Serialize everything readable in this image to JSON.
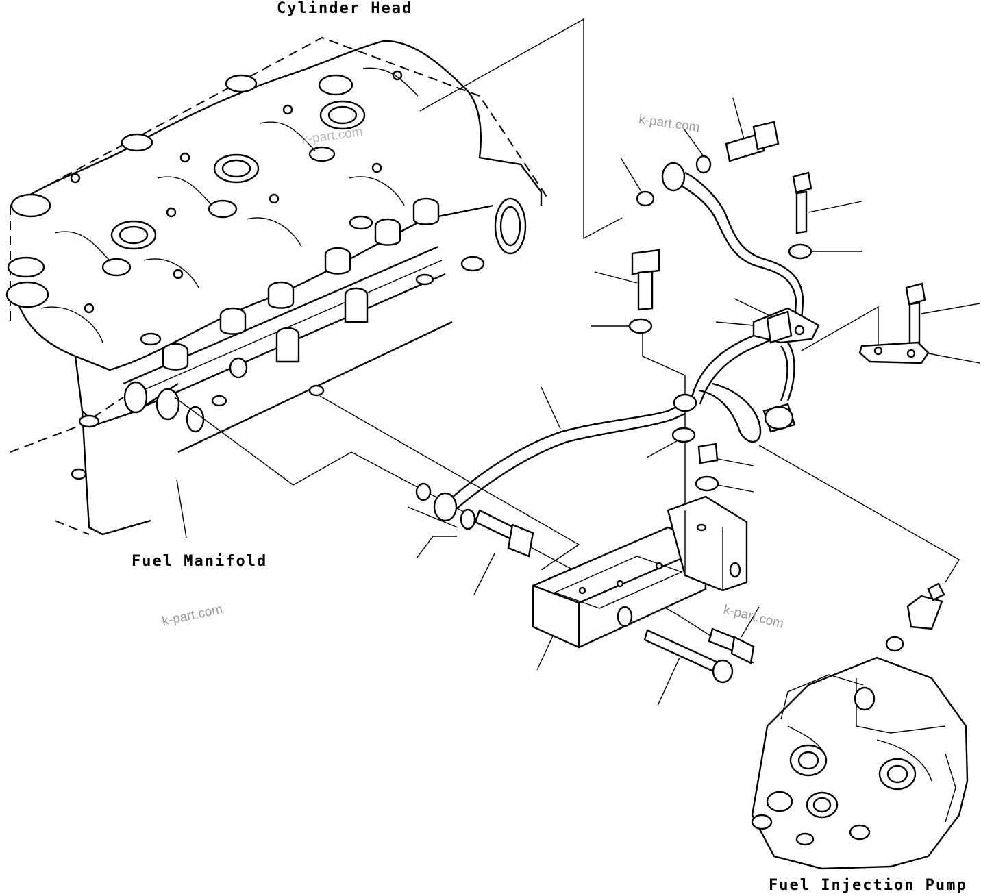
{
  "labels": {
    "cylinder_head": "Cylinder Head",
    "fuel_manifold": "Fuel Manifold",
    "fuel_injection_pump": "Fuel Injection Pump"
  },
  "watermarks": {
    "wm1": "k-part.com",
    "wm2": "k-part.com",
    "wm3": "k-part.com",
    "wm4": "k-part.com"
  },
  "colors": {
    "line": "#000000",
    "background": "#ffffff",
    "watermark": "#9a9a9a"
  }
}
